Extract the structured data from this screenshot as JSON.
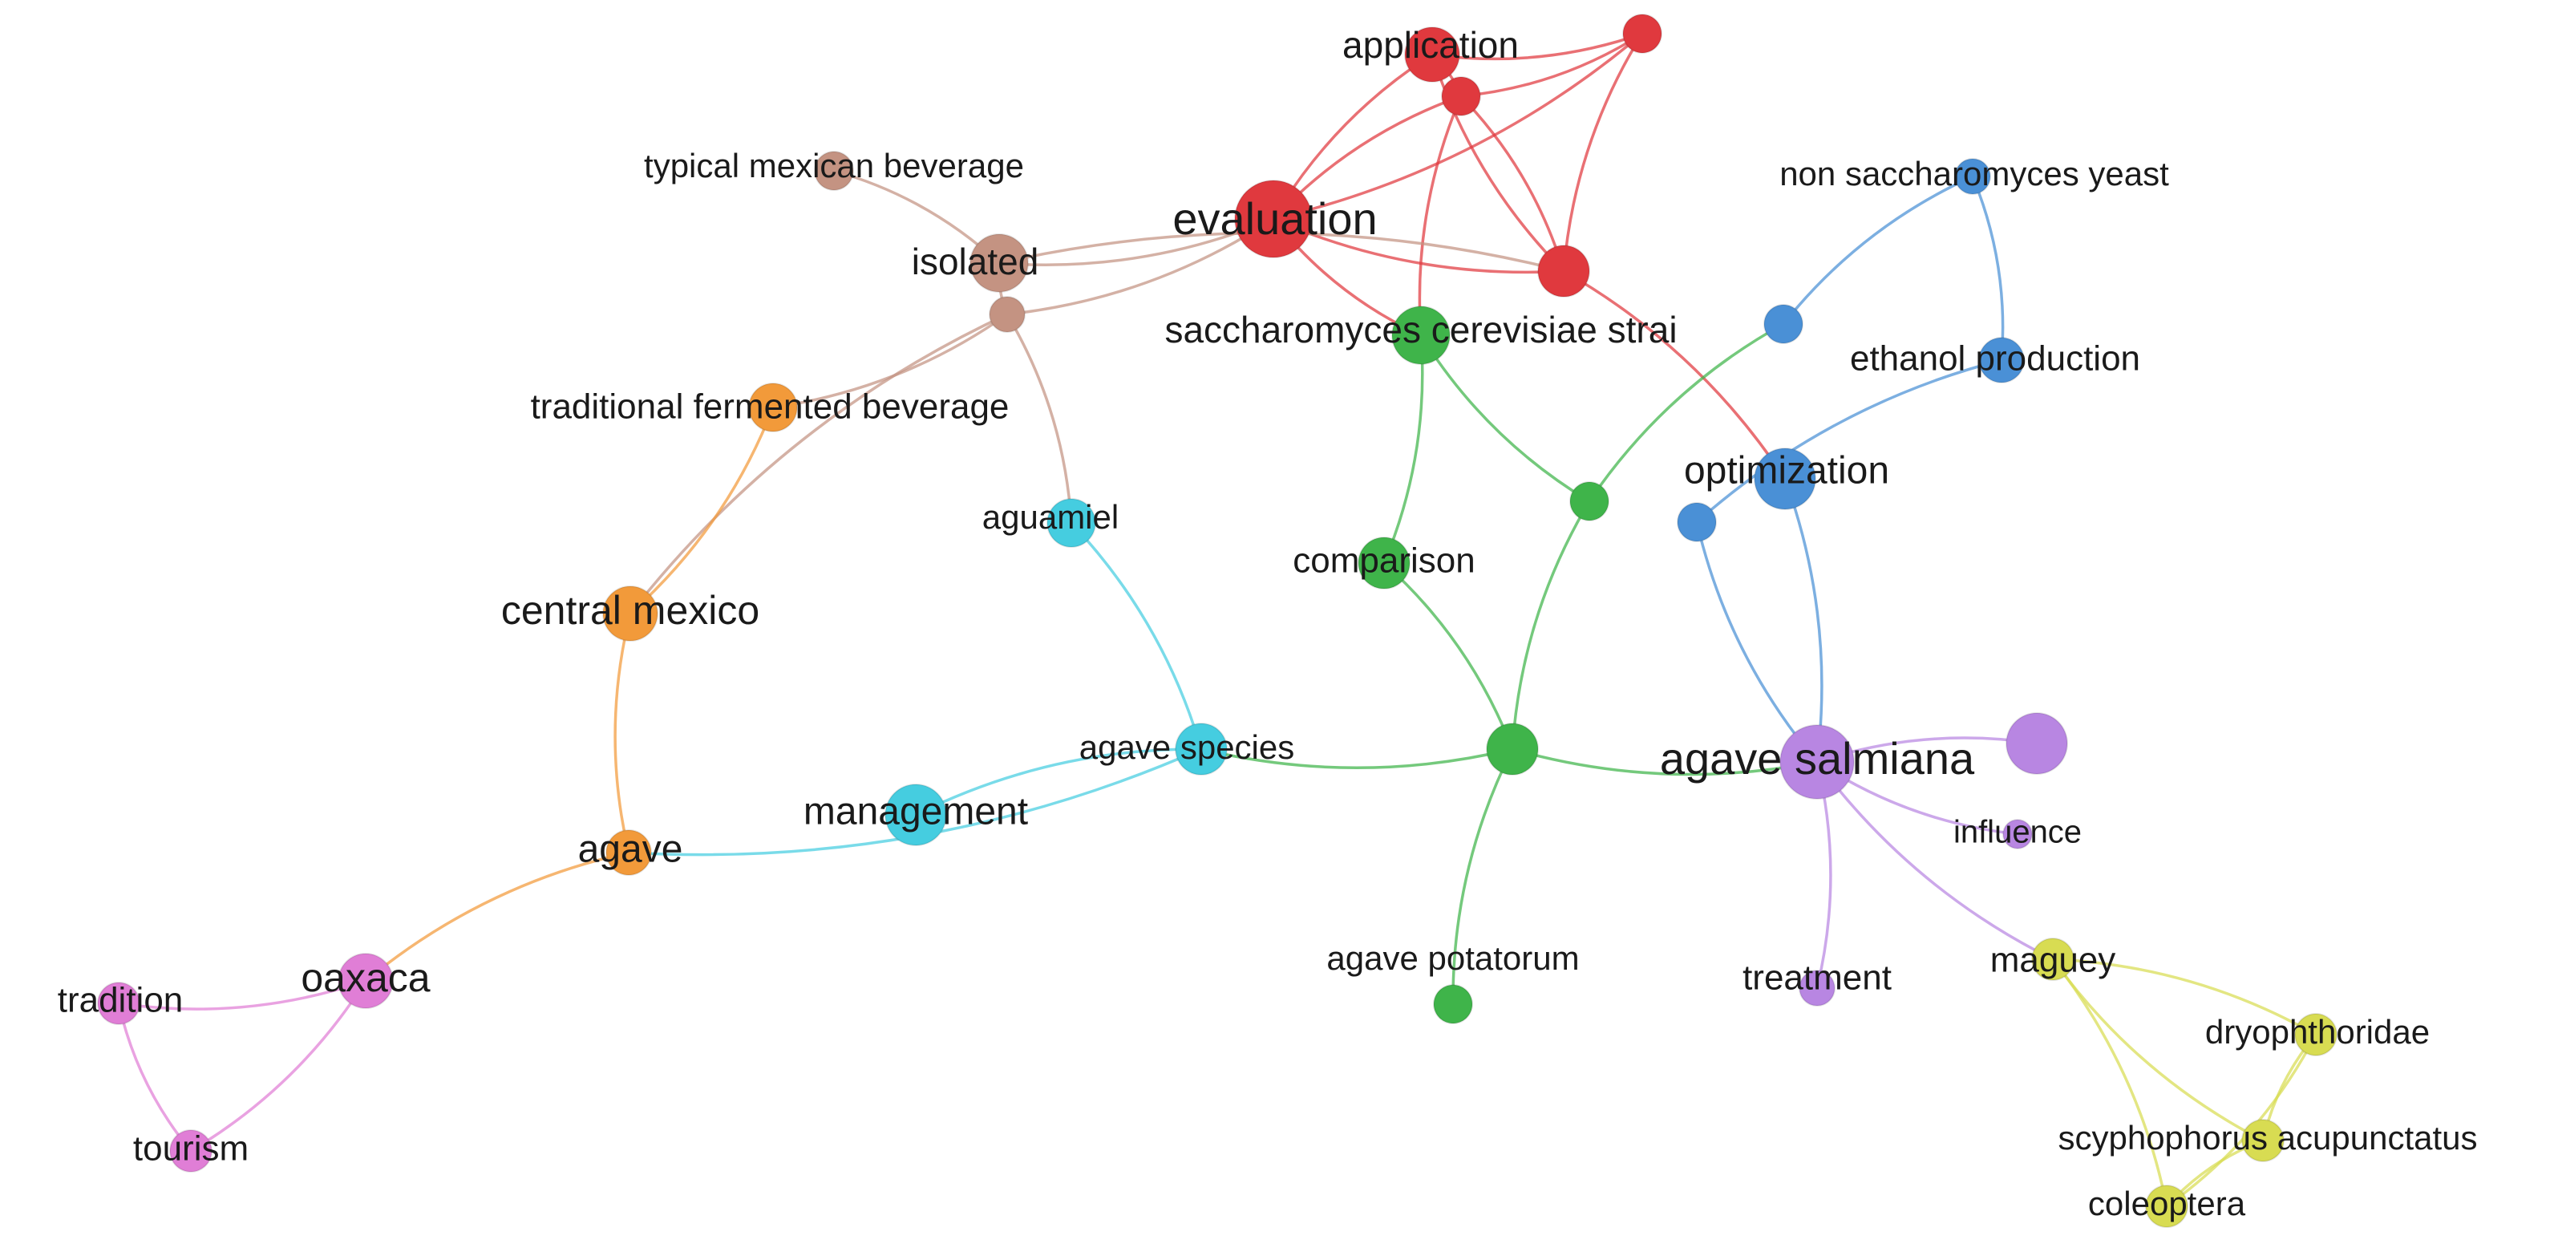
{
  "clusters": {
    "red": {
      "color": "#e0393e"
    },
    "brown": {
      "color": "#c49382"
    },
    "orange": {
      "color": "#f29a3a"
    },
    "cyan": {
      "color": "#45cde0"
    },
    "green": {
      "color": "#3fb44a"
    },
    "blue": {
      "color": "#4a90d6"
    },
    "purple": {
      "color": "#b886e2"
    },
    "pink": {
      "color": "#e07ed6"
    },
    "yellow": {
      "color": "#d8dc52"
    }
  },
  "nodes": [
    {
      "id": "application",
      "label": "application",
      "cluster": "red"
    },
    {
      "id": "evaluation",
      "label": "evaluation",
      "cluster": "red"
    },
    {
      "id": "red_unlabeled_1",
      "label": "",
      "cluster": "red"
    },
    {
      "id": "red_unlabeled_2",
      "label": "",
      "cluster": "red"
    },
    {
      "id": "red_unlabeled_3",
      "label": "",
      "cluster": "red"
    },
    {
      "id": "typical_mexican_beverage",
      "label": "typical mexican beverage",
      "cluster": "brown"
    },
    {
      "id": "isolated",
      "label": "isolated",
      "cluster": "brown"
    },
    {
      "id": "brown_unlabeled",
      "label": "",
      "cluster": "brown"
    },
    {
      "id": "traditional_fermented_beverage",
      "label": "traditional fermented beverage",
      "cluster": "orange"
    },
    {
      "id": "central_mexico",
      "label": "central mexico",
      "cluster": "orange"
    },
    {
      "id": "agave",
      "label": "agave",
      "cluster": "orange"
    },
    {
      "id": "aguamiel",
      "label": "aguamiel",
      "cluster": "cyan"
    },
    {
      "id": "agave_species",
      "label": "agave species",
      "cluster": "cyan"
    },
    {
      "id": "management",
      "label": "management",
      "cluster": "cyan"
    },
    {
      "id": "saccharomyces",
      "label": "saccharomyces cerevisiae strai",
      "cluster": "green"
    },
    {
      "id": "comparison",
      "label": "comparison",
      "cluster": "green"
    },
    {
      "id": "green_unlabeled_1",
      "label": "",
      "cluster": "green"
    },
    {
      "id": "green_unlabeled_2",
      "label": "",
      "cluster": "green"
    },
    {
      "id": "agave_potatorum",
      "label": "agave potatorum",
      "cluster": "green"
    },
    {
      "id": "non_saccharomyces",
      "label": "non saccharomyces yeast",
      "cluster": "blue"
    },
    {
      "id": "ethanol_production",
      "label": "ethanol production",
      "cluster": "blue"
    },
    {
      "id": "optimization",
      "label": "optimization",
      "cluster": "blue"
    },
    {
      "id": "blue_unlabeled_1",
      "label": "",
      "cluster": "blue"
    },
    {
      "id": "blue_unlabeled_2",
      "label": "",
      "cluster": "blue"
    },
    {
      "id": "agave_salmiana",
      "label": "agave salmiana",
      "cluster": "purple"
    },
    {
      "id": "purple_unlabeled",
      "label": "",
      "cluster": "purple"
    },
    {
      "id": "influence",
      "label": "influence",
      "cluster": "purple"
    },
    {
      "id": "treatment",
      "label": "treatment",
      "cluster": "purple"
    },
    {
      "id": "oaxaca",
      "label": "oaxaca",
      "cluster": "pink"
    },
    {
      "id": "tradition",
      "label": "tradition",
      "cluster": "pink"
    },
    {
      "id": "tourism",
      "label": "tourism",
      "cluster": "pink"
    },
    {
      "id": "maguey",
      "label": "maguey",
      "cluster": "yellow"
    },
    {
      "id": "dryophthoridae",
      "label": "dryophthoridae",
      "cluster": "yellow"
    },
    {
      "id": "scyphophorus",
      "label": "scyphophorus acupunctatus",
      "cluster": "yellow"
    },
    {
      "id": "coleoptera",
      "label": "coleoptera",
      "cluster": "yellow"
    }
  ],
  "edges": [
    [
      "application",
      "red_unlabeled_1"
    ],
    [
      "application",
      "red_unlabeled_2"
    ],
    [
      "application",
      "red_unlabeled_3"
    ],
    [
      "red_unlabeled_1",
      "red_unlabeled_2"
    ],
    [
      "red_unlabeled_1",
      "red_unlabeled_3"
    ],
    [
      "red_unlabeled_2",
      "red_unlabeled_3"
    ],
    [
      "evaluation",
      "red_unlabeled_1"
    ],
    [
      "evaluation",
      "red_unlabeled_2"
    ],
    [
      "evaluation",
      "red_unlabeled_3"
    ],
    [
      "evaluation",
      "application"
    ],
    [
      "red_unlabeled_2",
      "saccharomyces"
    ],
    [
      "red_unlabeled_3",
      "optimization"
    ],
    [
      "isolated",
      "evaluation"
    ],
    [
      "isolated",
      "red_unlabeled_3"
    ],
    [
      "brown_unlabeled",
      "evaluation"
    ],
    [
      "typical_mexican_beverage",
      "isolated"
    ],
    [
      "isolated",
      "brown_unlabeled"
    ],
    [
      "brown_unlabeled",
      "traditional_fermented_beverage"
    ],
    [
      "brown_unlabeled",
      "central_mexico"
    ],
    [
      "brown_unlabeled",
      "aguamiel"
    ],
    [
      "evaluation",
      "saccharomyces"
    ],
    [
      "saccharomyces",
      "comparison"
    ],
    [
      "saccharomyces",
      "green_unlabeled_1"
    ],
    [
      "green_unlabeled_1",
      "blue_unlabeled_1"
    ],
    [
      "green_unlabeled_1",
      "green_unlabeled_2"
    ],
    [
      "comparison",
      "green_unlabeled_2"
    ],
    [
      "green_unlabeled_2",
      "agave_potatorum"
    ],
    [
      "green_unlabeled_2",
      "agave_species"
    ],
    [
      "green_unlabeled_2",
      "agave_salmiana"
    ],
    [
      "traditional_fermented_beverage",
      "central_mexico"
    ],
    [
      "central_mexico",
      "agave"
    ],
    [
      "aguamiel",
      "agave_species"
    ],
    [
      "agave_species",
      "management"
    ],
    [
      "agave_species",
      "agave"
    ],
    [
      "agave",
      "oaxaca"
    ],
    [
      "oaxaca",
      "tradition"
    ],
    [
      "tradition",
      "tourism"
    ],
    [
      "oaxaca",
      "tourism"
    ],
    [
      "non_saccharomyces",
      "blue_unlabeled_1"
    ],
    [
      "non_saccharomyces",
      "ethanol_production"
    ],
    [
      "ethanol_production",
      "blue_unlabeled_2"
    ],
    [
      "optimization",
      "agave_salmiana"
    ],
    [
      "blue_unlabeled_2",
      "agave_salmiana"
    ],
    [
      "agave_salmiana",
      "purple_unlabeled"
    ],
    [
      "agave_salmiana",
      "influence"
    ],
    [
      "agave_salmiana",
      "treatment"
    ],
    [
      "agave_salmiana",
      "maguey"
    ],
    [
      "maguey",
      "dryophthoridae"
    ],
    [
      "maguey",
      "scyphophorus"
    ],
    [
      "maguey",
      "coleoptera"
    ],
    [
      "dryophthoridae",
      "scyphophorus"
    ],
    [
      "dryophthoridae",
      "coleoptera"
    ],
    [
      "scyphophorus",
      "coleoptera"
    ]
  ]
}
